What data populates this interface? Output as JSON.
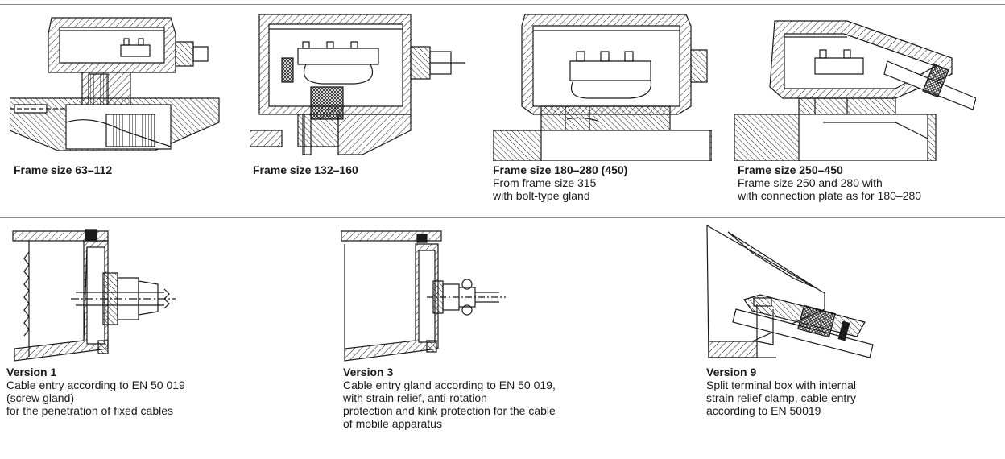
{
  "colors": {
    "ink": "#1a1a1a",
    "rule": "#8a8a8a",
    "background": "#ffffff"
  },
  "top_row": [
    {
      "title": "Frame size  63–112",
      "lines": []
    },
    {
      "title": "Frame size  132–160",
      "lines": []
    },
    {
      "title": "Frame size  180–280 (450)",
      "lines": [
        "From frame size 315",
        "with bolt-type gland"
      ]
    },
    {
      "title": "Frame size  250–450",
      "lines": [
        "Frame size  250 and 280 with",
        "with connection plate as for 180–280"
      ]
    }
  ],
  "bottom_row": [
    {
      "title": "Version 1",
      "lines": [
        "Cable entry according to EN 50 019",
        "(screw gland)",
        "for the penetration of fixed cables"
      ]
    },
    {
      "title": "Version 3",
      "lines": [
        "Cable entry gland according to EN 50 019,",
        "with strain relief, anti-rotation",
        "protection and kink protection for the cable",
        "of mobile apparatus"
      ]
    },
    {
      "title": "Version 9",
      "lines": [
        "Split terminal box with internal",
        "strain relief clamp, cable entry",
        "according to EN 50019"
      ]
    }
  ]
}
